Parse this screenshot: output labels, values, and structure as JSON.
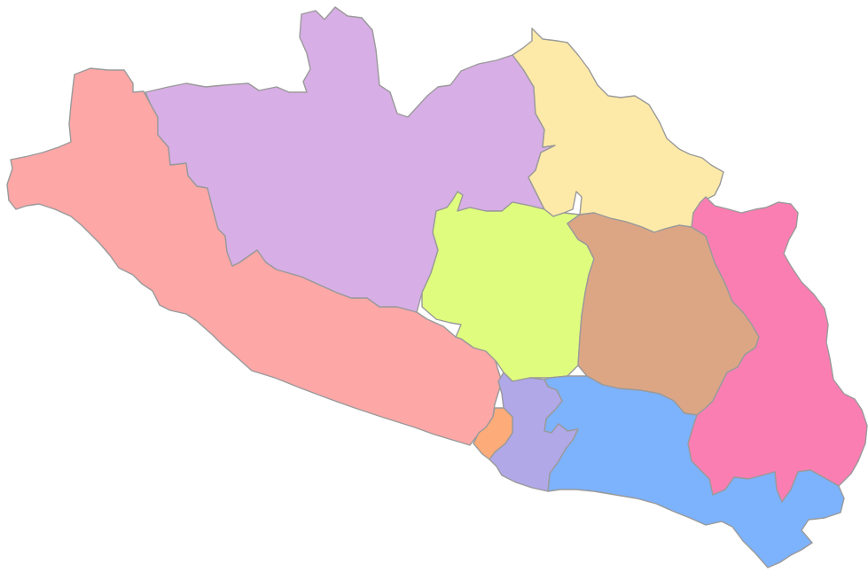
{
  "map": {
    "background": "#ffffff",
    "border_color": "#9a9a9a",
    "regions": [
      {
        "id": "costa-grande",
        "color": "#fda7a7"
      },
      {
        "id": "tierra-caliente",
        "color": "#d8aee6"
      },
      {
        "id": "norte",
        "color": "#feeaa8"
      },
      {
        "id": "centro",
        "color": "#e0fc7e"
      },
      {
        "id": "montana",
        "color": "#dca685"
      },
      {
        "id": "costa-chica-east",
        "color": "#fb7eb3"
      },
      {
        "id": "costa-chica",
        "color": "#7db2fd"
      },
      {
        "id": "acapulco-rural",
        "color": "#b0a8e7"
      },
      {
        "id": "acapulco",
        "color": "#fdab79"
      }
    ]
  }
}
